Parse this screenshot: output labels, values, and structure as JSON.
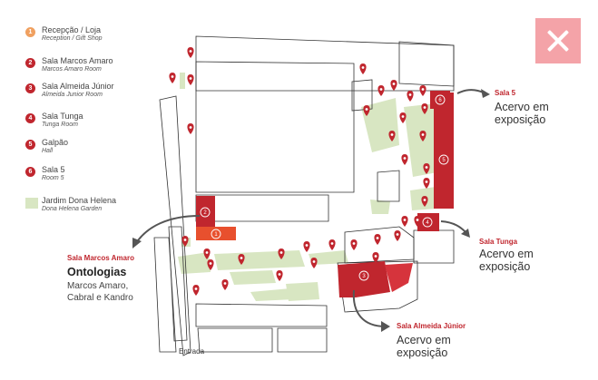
{
  "colors": {
    "accent": "#c0262e",
    "light_accent": "#e8502e",
    "garden": "#d8e6c2",
    "close_bg": "#f4a3a8",
    "first_dot": "#f0a060"
  },
  "legend": [
    {
      "number": "1",
      "title": "Recepção / Loja",
      "subtitle": "Reception / Gift Shop",
      "color": "#f0a060"
    },
    {
      "number": "2",
      "title": "Sala Marcos Amaro",
      "subtitle": "Marcos Amaro Room",
      "color": "#c0262e"
    },
    {
      "number": "3",
      "title": "Sala Almeida Júnior",
      "subtitle": "Almeida Junior Room",
      "color": "#c0262e"
    },
    {
      "number": "4",
      "title": "Sala Tunga",
      "subtitle": "Tunga Room",
      "color": "#c0262e"
    },
    {
      "number": "5",
      "title": "Galpão",
      "subtitle": "Hall",
      "color": "#c0262e"
    },
    {
      "number": "6",
      "title": "Sala 5",
      "subtitle": "Room 5",
      "color": "#c0262e"
    }
  ],
  "garden_legend": {
    "title": "Jardim Dona Helena",
    "subtitle": "Dona Helena Garden",
    "icon": "garden-swatch"
  },
  "close_button": {
    "icon": "close-icon"
  },
  "callouts": {
    "sala5": {
      "room": "Sala 5",
      "line1": "Acervo em",
      "line2": "exposição"
    },
    "tunga": {
      "room": "Sala Tunga",
      "line1": "Acervo em",
      "line2": "exposição"
    },
    "almeida": {
      "room": "Sala Almeida Júnior",
      "line1": "Acervo em",
      "line2": "exposição"
    },
    "marcos": {
      "room": "Sala Marcos Amaro",
      "title": "Ontologias",
      "line1": "Marcos Amaro,",
      "line2": "Cabral e Kandro"
    }
  },
  "map": {
    "entrance_label": "Entrada",
    "room_numbers": [
      "1",
      "2",
      "3",
      "4",
      "5",
      "6"
    ]
  }
}
